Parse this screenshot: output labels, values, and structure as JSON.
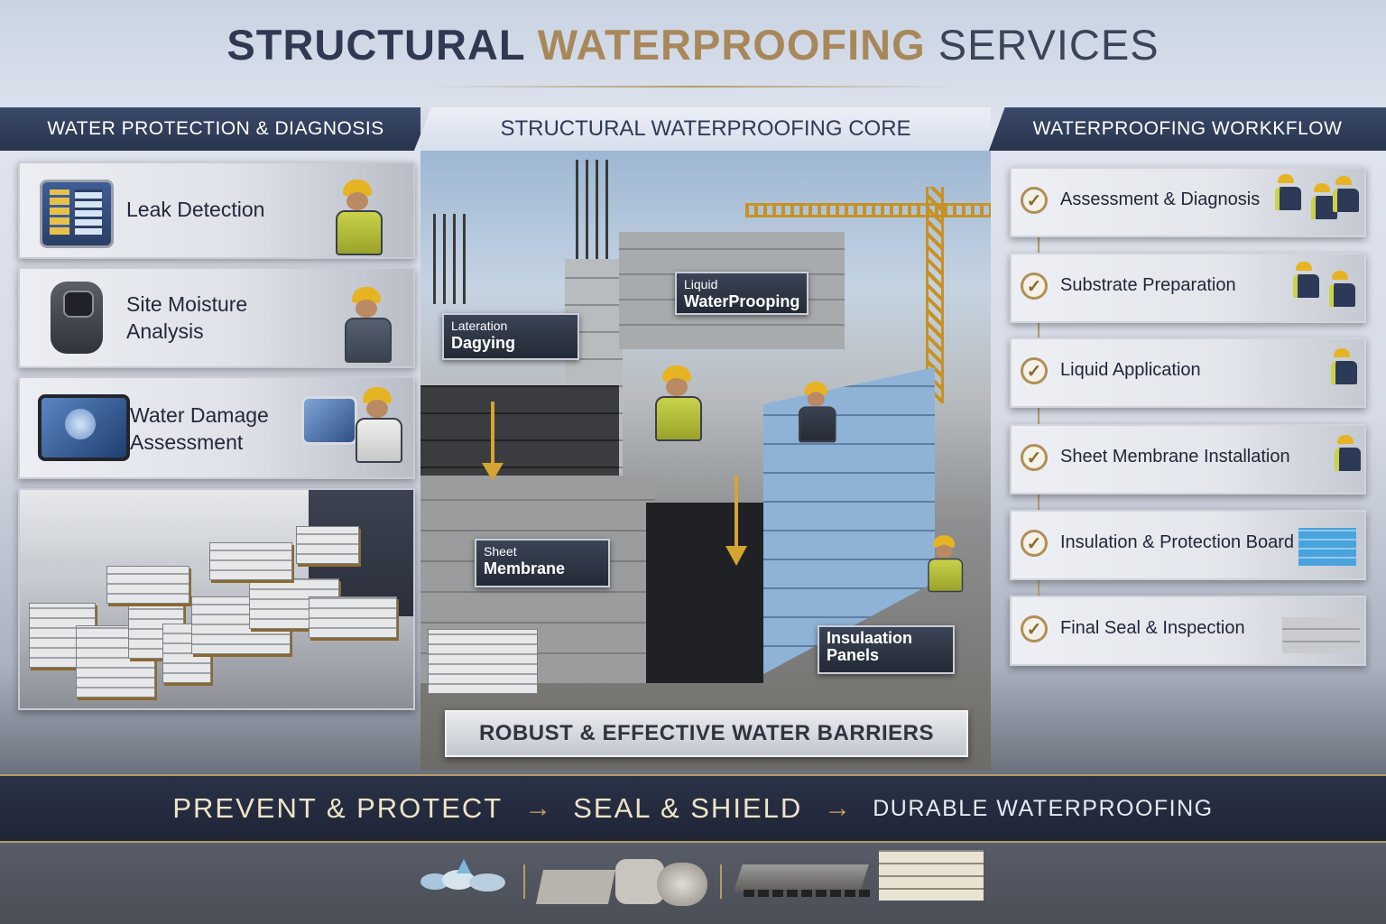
{
  "title": {
    "part1": "STRUCTURAL",
    "part2": "WATERPROOFING",
    "part3": "SERVICES"
  },
  "left": {
    "heading": "WATER PROTECTION & DIAGNOSIS",
    "cards": [
      {
        "line1": "Leak Detection",
        "line2": ""
      },
      {
        "line1": "Site Moisture",
        "line2": "Analysis"
      },
      {
        "line1": "Water Damage",
        "line2": "Assessment"
      }
    ]
  },
  "center": {
    "heading": "STRUCTURAL WATERPROOFING CORE",
    "tags": {
      "liquid_small": "Liquid",
      "liquid_big": "WaterProoping",
      "lateral_small": "Lateration",
      "lateral_big": "Dagying",
      "sheet_small": "Sheet",
      "sheet_big": "Membrane",
      "insul_line1": "Insulaation",
      "insul_line2": "Panels"
    },
    "barrier": "ROBUST & EFFECTIVE WATER BARRIERS"
  },
  "right": {
    "heading": "WATERPROOFING WORKKFLOW",
    "steps": [
      "Assessment & Diagnosis",
      "Substrate Preparation",
      "Liquid Application",
      "Sheet Membrane Installation",
      "Insulation & Protection Board",
      "Final Seal & Inspection"
    ]
  },
  "banner": {
    "one": "PREVENT & PROTECT",
    "two": "SEAL & SHIELD",
    "three": "DURABLE WATERPROOFING"
  },
  "icons": {
    "check": "check-icon",
    "arrow": "arrow-right-icon"
  },
  "colors": {
    "navy": "#28344e",
    "gold": "#a8885a",
    "yellow": "#e6b422"
  }
}
